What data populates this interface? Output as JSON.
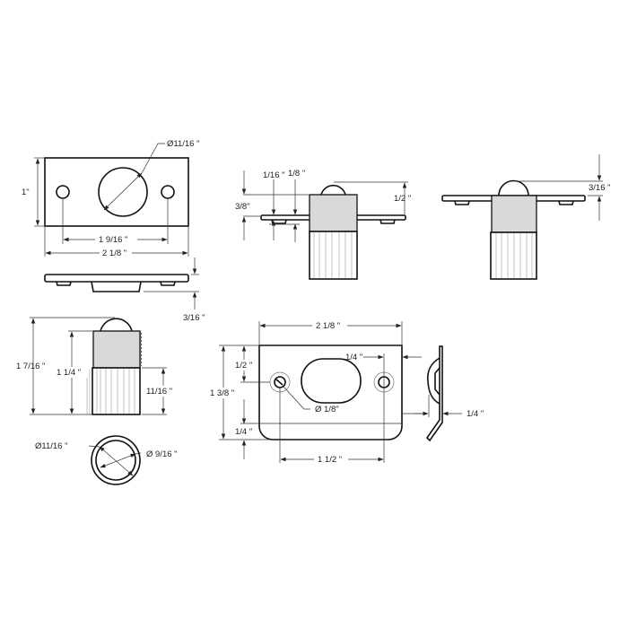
{
  "colors": {
    "line": "#111111",
    "thread_fill": "#d9d9d9",
    "background": "#ffffff"
  },
  "top_view_plate": {
    "hole_diameter": "Ø11/16 \"",
    "height": "1\"",
    "hole_spacing": "1  9/16 \"",
    "width": "2 1/8 \""
  },
  "side_view_plate": {
    "boss_depth": "3/16 \""
  },
  "plunger_side": {
    "overall_height": "1  7/16 \"",
    "body_height": "1 1/4 \"",
    "lower_height": "11/16 \""
  },
  "plunger_end": {
    "outer_diameter": "Ø11/16 \"",
    "inner_diameter": "Ø  9/16 \""
  },
  "assembly_middle": {
    "plate_thickness": "1/16 \"",
    "boss_height": "1/8 \"",
    "offset": "3/8\"",
    "ball_projection": "1/2 \""
  },
  "assembly_right": {
    "ball_projection": "3/16 \""
  },
  "strike_plate": {
    "width": "2 1/8 \"",
    "height": "1 3/8 \"",
    "top_to_hole": "1/2 \"",
    "hole_edge": "1/4 \"",
    "screw_hole": "Ø 1/8\"",
    "lip": "1/4 \"",
    "hole_spacing": "1 1/2 \"",
    "profile_depth": "1/4 \""
  }
}
